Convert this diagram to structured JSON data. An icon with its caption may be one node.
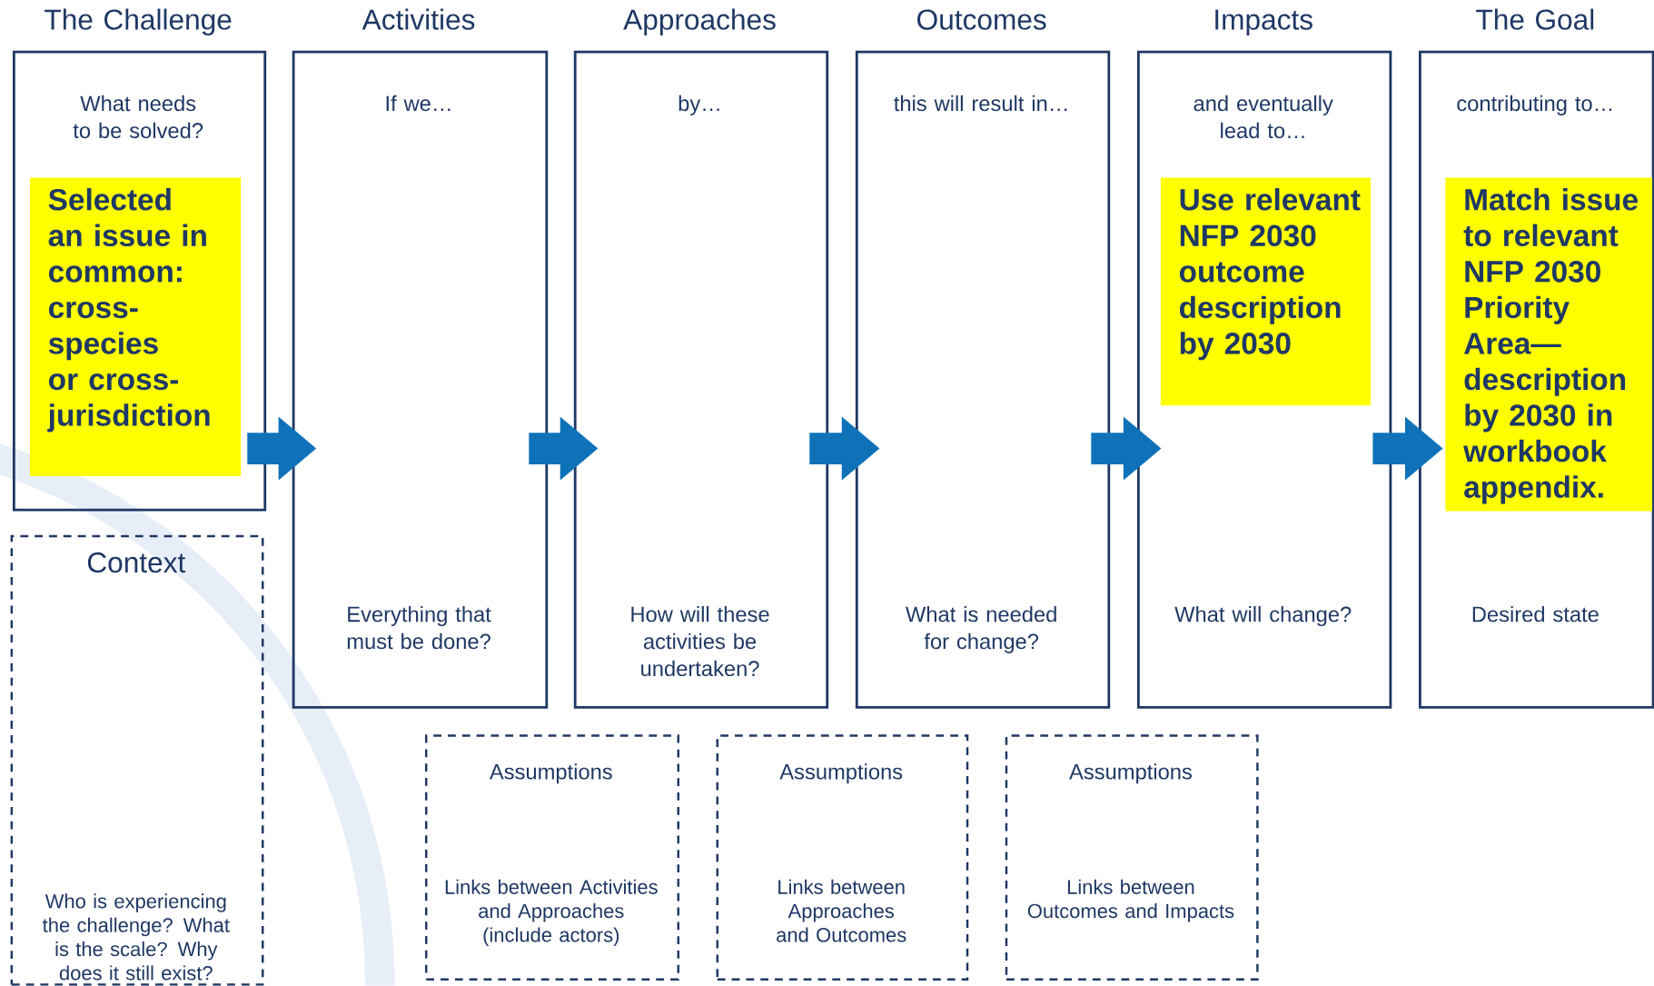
{
  "diagram": {
    "nodes": [
      {
        "text": [
          "The Challenge",
          "What needs to be solved?"
        ]
      },
      {
        "text": [
          "Selected an issue in common: cross-species or cross-jurisdiction"
        ],
        "in": 0
      },
      {
        "text": [
          "Activities",
          "If we…",
          "Everything that must be done?"
        ]
      },
      {
        "text": [
          "Approaches",
          "by…",
          "How will these activities be undertaken?"
        ]
      },
      {
        "text": [
          "Outcomes",
          "this will result in…",
          "What is needed for change?"
        ]
      },
      {
        "text": [
          "Impacts",
          "and eventually lead to…",
          "What will change?"
        ]
      },
      {
        "text": [
          "Use relevant NFP 2030 outcome description by 2030"
        ],
        "in": 5
      },
      {
        "text": [
          "The Goal",
          "contributing to…",
          "Desired state"
        ]
      },
      {
        "text": [
          "Match issue to relevant NFP 2030 Priority Area—description by 2030 in workbook appendix."
        ],
        "in": 7
      },
      {
        "text": [
          "Context",
          "Who is experiencing the challenge? What is the scale? Why does it still exist?"
        ]
      },
      {
        "text": [
          "Assumptions",
          "Links between Activities and Approaches (include actors)"
        ]
      },
      {
        "text": [
          "Assumptions",
          "Links between Approaches and Outcomes"
        ]
      },
      {
        "text": [
          "Assumptions",
          "Links between Outcomes and Impacts"
        ]
      }
    ],
    "edges": [
      {
        "from": 0,
        "to": 2,
        "arrow": "to"
      },
      {
        "from": 2,
        "to": 3,
        "arrow": "to"
      },
      {
        "from": 3,
        "to": 4,
        "arrow": "to"
      },
      {
        "from": 4,
        "to": 5,
        "arrow": "to"
      },
      {
        "from": 5,
        "to": 7,
        "arrow": "to"
      }
    ]
  }
}
